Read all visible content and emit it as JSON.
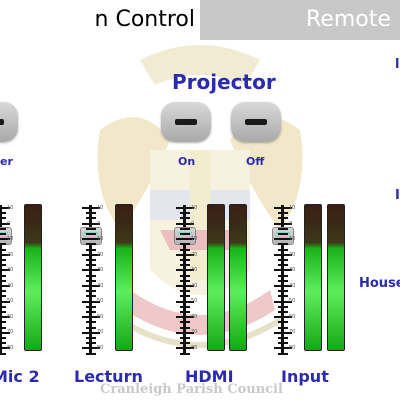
{
  "header": {
    "left_tab": "n Control",
    "right_tab": "Remote Co"
  },
  "projector": {
    "title": "Projector",
    "on_label": "On",
    "off_label": "Off"
  },
  "left_partial_label": "er",
  "right_edge": {
    "top_fragment": "l",
    "mid_fragment": "I",
    "house_label": "House"
  },
  "channels": [
    {
      "label": "Mic 2"
    },
    {
      "label": "Lecturn"
    },
    {
      "label": "HDMI"
    },
    {
      "label": "Input"
    }
  ],
  "scale_ticks": [
    "10",
    "0",
    "10",
    "20",
    "30",
    "40",
    "50",
    "60",
    "70",
    "80"
  ],
  "watermark": "Cranleigh Parish Council",
  "colors": {
    "accent": "#2b2bb0",
    "tab_inactive": "#c8c8c8",
    "meter_green": "#2fcf2f",
    "meter_dark": "#3c1e15"
  }
}
